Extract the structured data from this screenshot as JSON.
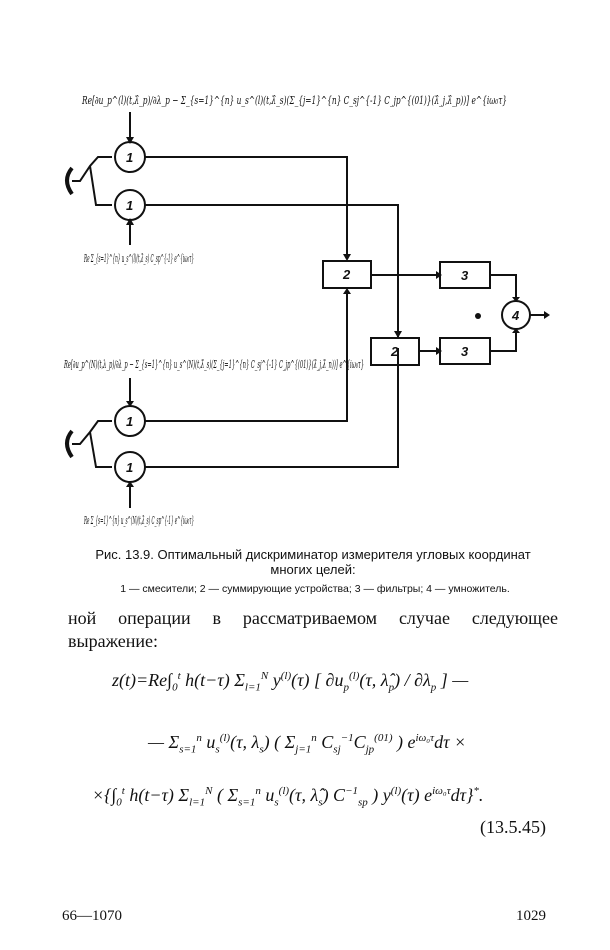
{
  "diagram": {
    "block_labels": {
      "mixer": "1",
      "summator": "2",
      "filter": "3",
      "multiplier": "4"
    },
    "formulas": {
      "top_upper": "Re[∂u_p^(l)(t,λ̂_p)/∂λ_p − Σ_{s=1}^{n} u_s^(l)(t,λ̂_s)(Σ_{j=1}^{n} C_sj^{-1} C_jp^{(01)}(λ̂_j,λ̂_p))] e^{iω₀τ}",
      "top_lower": "Re Σ_{s=1}^{n} u_s^(l)(t,λ̂_s) C_sp^{-1} e^{iω₀τ}",
      "bottom_upper": "Re[∂u_p^(N)(t,λ_p)/∂λ_p − Σ_{s=1}^{n} u_s^(N)(t,λ̂_s)(Σ_{j=1}^{n} C_sj^{-1} C_jp^{(01)}(λ̂_j,λ̂_n))] e^{iω₀τ}",
      "bottom_lower": "Re Σ_{s=1}^{n} u_s^(N)(t,λ̂_s) C_sp^{-1} e^{iω₀τ}"
    }
  },
  "caption": {
    "title": "Рис. 13.9. Оптимальный дискриминатор измерителя угловых координат многих целей:",
    "legend": "1 — смесители;  2 — суммирующие  устройства;  3 — фильтры;  4 — умножитель."
  },
  "text": {
    "paragraph": "ной операции в рассматриваемом случае следующее выражение:"
  },
  "equation": {
    "number": "(13.5.45)"
  },
  "footer": {
    "left": "66—1070",
    "right": "1029"
  }
}
